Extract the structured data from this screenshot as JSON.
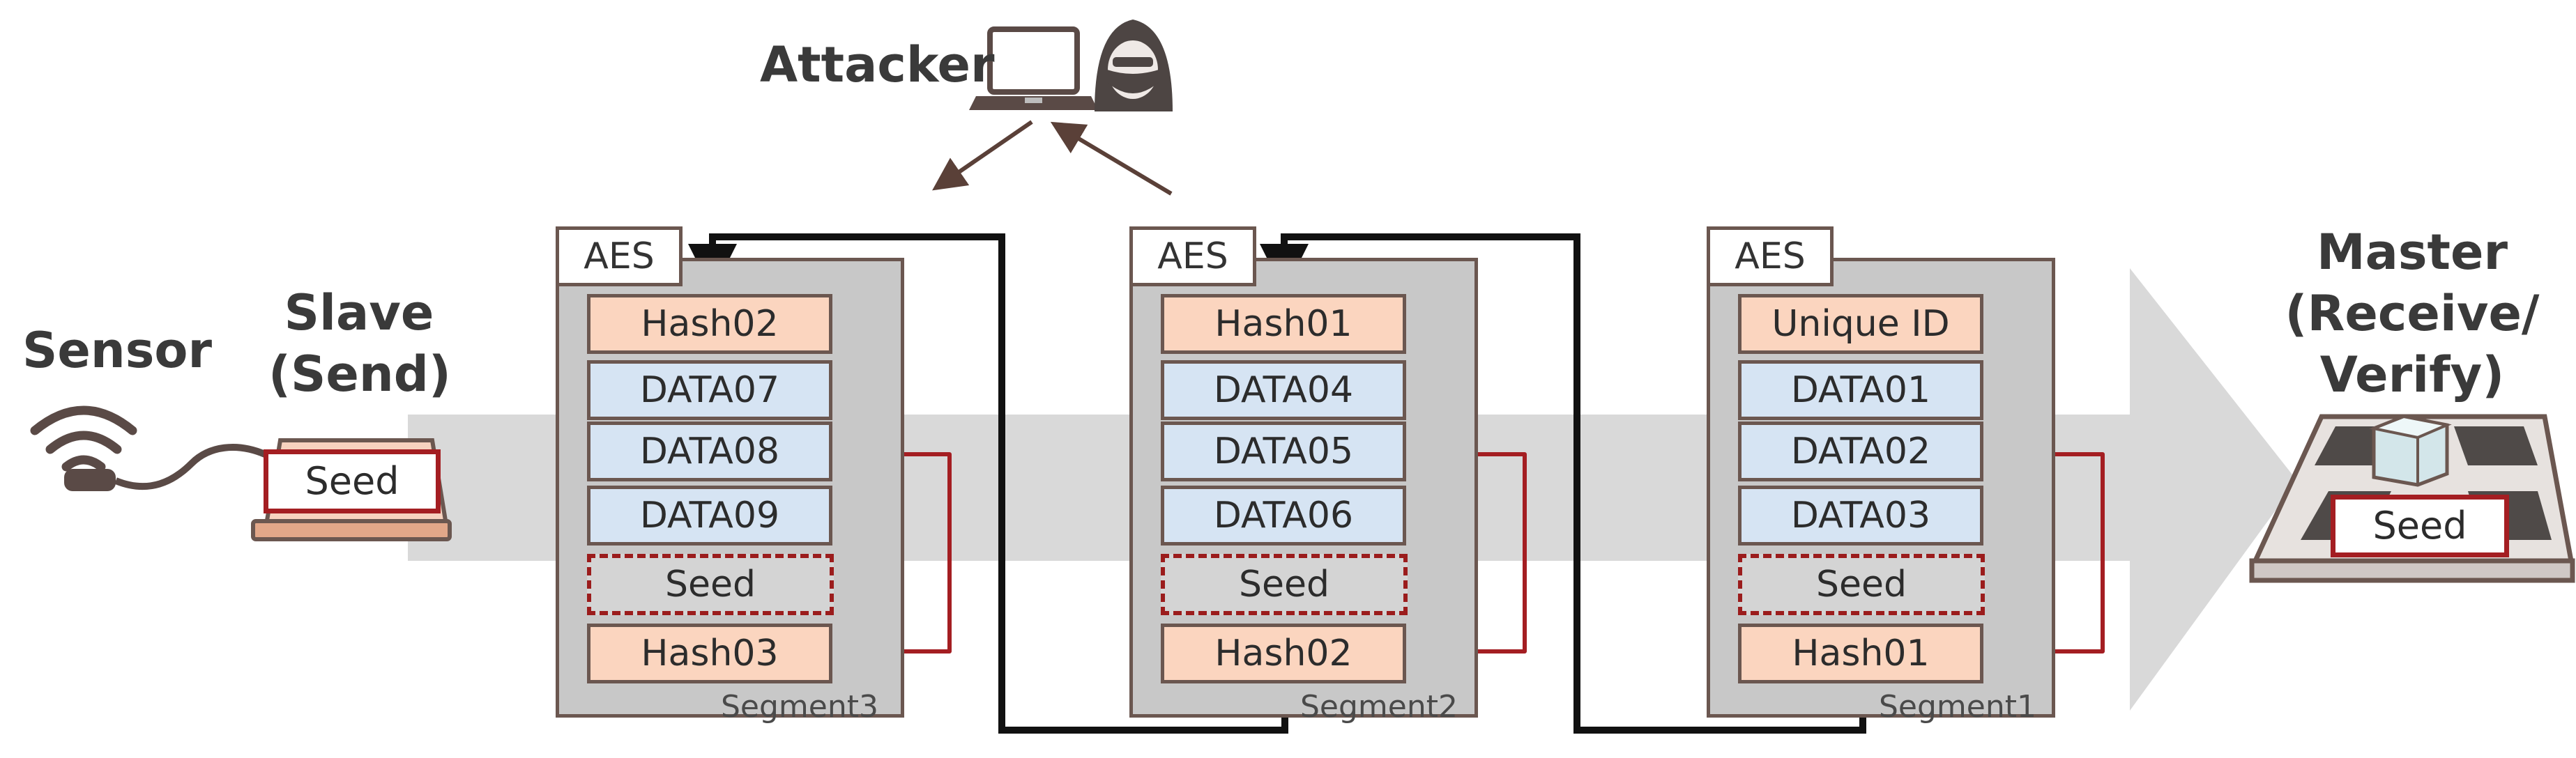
{
  "title_attacker": "Attacker",
  "sensor": {
    "label": "Sensor"
  },
  "slave": {
    "line1": "Slave",
    "line2": "(Send)",
    "seed_label": "Seed"
  },
  "master": {
    "line1": "Master",
    "line2": "(Receive/",
    "line3": "Verify)",
    "seed_label": "Seed"
  },
  "segments": [
    {
      "name": "Segment3",
      "aes": "AES",
      "head": "Hash02",
      "data": [
        "DATA07",
        "DATA08",
        "DATA09"
      ],
      "seed": "Seed",
      "out": "Hash03"
    },
    {
      "name": "Segment2",
      "aes": "AES",
      "head": "Hash01",
      "data": [
        "DATA04",
        "DATA05",
        "DATA06"
      ],
      "seed": "Seed",
      "out": "Hash02"
    },
    {
      "name": "Segment1",
      "aes": "AES",
      "head": "Unique ID",
      "data": [
        "DATA01",
        "DATA02",
        "DATA03"
      ],
      "seed": "Seed",
      "out": "Hash01"
    }
  ],
  "colors": {
    "panel": "#c8c8c8",
    "hash": "#fbd5bf",
    "data": "#d6e4f3",
    "red_arrow": "#a41e22",
    "chain": "#111111",
    "flow_arrow": "#d9d9d9"
  }
}
